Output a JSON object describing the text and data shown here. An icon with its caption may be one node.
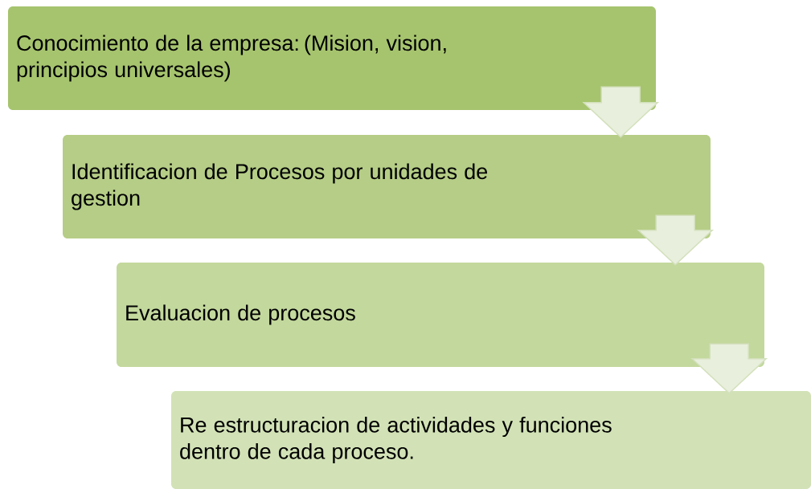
{
  "diagram": {
    "nodes": [
      {
        "text": [
          "Conocimiento de la empresa: (Mision, vision, principios universales)"
        ]
      },
      {
        "text": [
          "Identificacion de Procesos por unidades de gestion"
        ]
      },
      {
        "text": [
          "Evaluacion de procesos"
        ]
      },
      {
        "text": [
          "Re estructuracion de actividades y funciones dentro de cada proceso."
        ]
      }
    ],
    "edges": [
      {
        "from": 0,
        "to": 1,
        "arrow": "to"
      },
      {
        "from": 1,
        "to": 2,
        "arrow": "to"
      },
      {
        "from": 2,
        "to": 3,
        "arrow": "to"
      }
    ]
  }
}
